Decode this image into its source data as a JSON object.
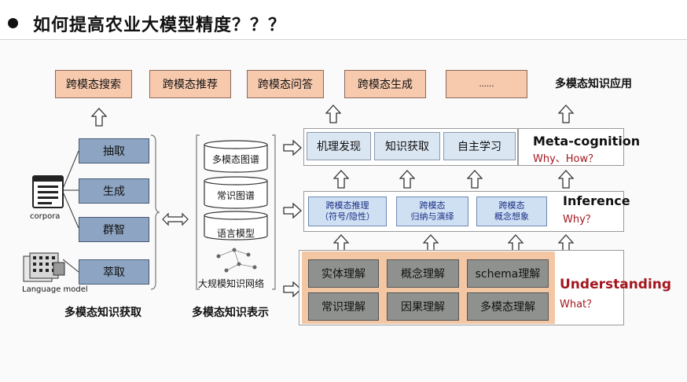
{
  "slide": {
    "title": "如何提高农业大模型精度？？？"
  },
  "applications": {
    "items": [
      "跨模态搜索",
      "跨模态推荐",
      "跨模态问答",
      "跨模态生成",
      "......"
    ],
    "caption": "多模态知识应用"
  },
  "acquisition": {
    "sources": [
      "corpora",
      "Language model"
    ],
    "steps": [
      "抽取",
      "生成",
      "群智",
      "萃取"
    ],
    "caption": "多模态知识获取"
  },
  "representation": {
    "graphs": [
      "多模态图谱",
      "常识图谱",
      "语言模型"
    ],
    "network_label": "大规模知识网络",
    "caption": "多模态知识表示"
  },
  "metacognition": {
    "items": [
      "机理发现",
      "知识获取",
      "自主学习"
    ],
    "label": "Meta-cognition",
    "question": "Why、How？"
  },
  "inference": {
    "items": [
      {
        "line1": "跨模态推理",
        "line2": "（符号/隐性）"
      },
      {
        "line1": "跨模态",
        "line2": "归纳与演绎"
      },
      {
        "line1": "跨模态",
        "line2": "概念想象"
      }
    ],
    "label": "Inference",
    "question": "Why？"
  },
  "understanding": {
    "items": [
      "实体理解",
      "概念理解",
      "schema理解",
      "常识理解",
      "因果理解",
      "多模态理解"
    ],
    "label": "Understanding",
    "question": "What？"
  },
  "colors": {
    "application_fill": "#f7c9ad",
    "acquisition_fill": "#8da5c2",
    "understanding_fill": "#8e918e",
    "understanding_frame": "#f3c7a3",
    "understanding_label": "#a3161e",
    "question_text": "#a3161e",
    "inference_text": "#1b2f86"
  },
  "icons": [
    "bullet-icon",
    "document-icon",
    "neural-grid-icon",
    "database-cylinder-icon",
    "arrow-up-icon",
    "arrow-right-icon",
    "double-arrow-icon"
  ]
}
